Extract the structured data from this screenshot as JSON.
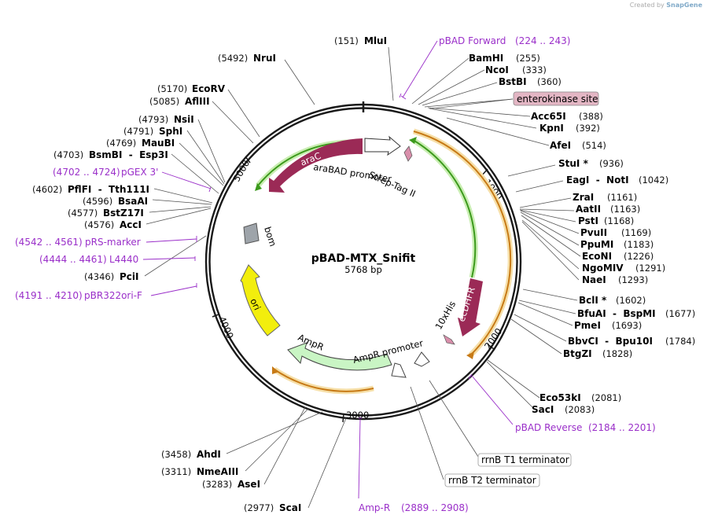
{
  "credit": {
    "prefix": "Created by",
    "brand": "SnapGene"
  },
  "plasmid": {
    "name": "pBAD-MTX_Snifit",
    "length": "5768 bp"
  },
  "ticks": [
    "1000",
    "2000",
    "3000",
    "4000",
    "5000"
  ],
  "features": {
    "araC": "araC",
    "araBAD_promoter": "araBAD promoter",
    "strep_tag": "Strep-Tag II",
    "ecDHFR": "ecDHFR",
    "his_tag": "10xHis",
    "AmpR": "AmpR",
    "AmpR_promoter": "AmpR promoter",
    "ori": "ori",
    "bom": "bom",
    "rrnB_T1": "rrnB T1 terminator",
    "rrnB_T2": "rrnB T2 terminator",
    "enterokinase": "enterokinase site"
  },
  "sites_right": [
    {
      "name": "BamHI",
      "pos": "(255)"
    },
    {
      "name": "NcoI",
      "pos": "(333)"
    },
    {
      "name": "BstBI",
      "pos": "(360)"
    },
    {
      "name": "Acc65I",
      "pos": "(388)"
    },
    {
      "name": "KpnI",
      "pos": "(392)"
    },
    {
      "name": "AfeI",
      "pos": "(514)"
    },
    {
      "name": "StuI *",
      "pos": "(936)"
    },
    {
      "name": "EagI  -  NotI",
      "pos": "(1042)"
    },
    {
      "name": "ZraI",
      "pos": "(1161)"
    },
    {
      "name": "AatII",
      "pos": "(1163)"
    },
    {
      "name": "PstI",
      "pos": "(1168)"
    },
    {
      "name": "PvuII",
      "pos": "(1169)"
    },
    {
      "name": "PpuMI",
      "pos": "(1183)"
    },
    {
      "name": "EcoNI",
      "pos": "(1226)"
    },
    {
      "name": "NgoMIV",
      "pos": "(1291)"
    },
    {
      "name": "NaeI",
      "pos": "(1293)"
    },
    {
      "name": "BclI *",
      "pos": "(1602)"
    },
    {
      "name": "BfuAI  -  BspMI",
      "pos": "(1677)"
    },
    {
      "name": "PmeI",
      "pos": "(1693)"
    },
    {
      "name": "BbvCI  -  Bpu10I",
      "pos": "(1784)"
    },
    {
      "name": "BtgZI",
      "pos": "(1828)"
    },
    {
      "name": "Eco53kI",
      "pos": "(2081)"
    },
    {
      "name": "SacI",
      "pos": "(2083)"
    }
  ],
  "sites_left": [
    {
      "name": "MluI",
      "pos": "(151)"
    },
    {
      "name": "NruI",
      "pos": "(5492)"
    },
    {
      "name": "EcoRV",
      "pos": "(5170)"
    },
    {
      "name": "AflIII",
      "pos": "(5085)"
    },
    {
      "name": "NsiI",
      "pos": "(4793)"
    },
    {
      "name": "SphI",
      "pos": "(4791)"
    },
    {
      "name": "MauBI",
      "pos": "(4769)"
    },
    {
      "name": "BsmBI  -  Esp3I",
      "pos": "(4703)"
    },
    {
      "name": "PflFI  -  Tth111I",
      "pos": "(4602)"
    },
    {
      "name": "BsaAI",
      "pos": "(4596)"
    },
    {
      "name": "BstZ17I",
      "pos": "(4577)"
    },
    {
      "name": "AccI",
      "pos": "(4576)"
    },
    {
      "name": "PciI",
      "pos": "(4346)"
    },
    {
      "name": "AhdI",
      "pos": "(3458)"
    },
    {
      "name": "NmeAIII",
      "pos": "(3311)"
    },
    {
      "name": "AseI",
      "pos": "(3283)"
    },
    {
      "name": "ScaI",
      "pos": "(2977)"
    }
  ],
  "primers": [
    {
      "name": "pBAD Forward",
      "pos": "(224 .. 243)"
    },
    {
      "name": "pGEX 3'",
      "pos": "(4702 .. 4724)"
    },
    {
      "name": "pRS-marker",
      "pos": "(4542 .. 4561)"
    },
    {
      "name": "L4440",
      "pos": "(4444 .. 4461)"
    },
    {
      "name": "pBR322ori-F",
      "pos": "(4191 .. 4210)"
    },
    {
      "name": "pBAD Reverse",
      "pos": "(2184 .. 2201)"
    },
    {
      "name": "Amp-R",
      "pos": "(2889 .. 2908)"
    }
  ],
  "colors": {
    "backbone": "#1a1a1a",
    "araC": "#9b2a56",
    "ecDHFR": "#9b2a56",
    "green_line": "#3c9a1c",
    "green_glow": "#c9eeb2",
    "orange_line": "#c77a16",
    "orange_glow": "#f6dfa8",
    "ori": "#f2ee0d",
    "ampR_fill": "#c9f5c4",
    "bom": "#9ea4aa",
    "primer": "#9a2fc9",
    "enterokinase_box": "#e3b6c4"
  }
}
